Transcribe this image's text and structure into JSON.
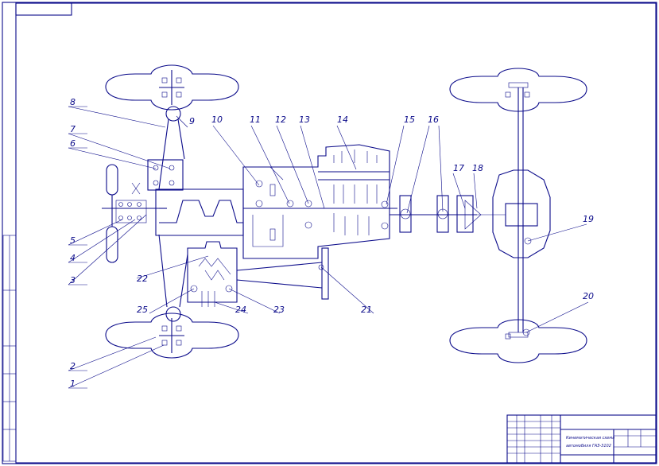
{
  "drawing": {
    "callouts": [
      "1",
      "2",
      "3",
      "4",
      "5",
      "6",
      "7",
      "8",
      "9",
      "10",
      "11",
      "12",
      "13",
      "14",
      "15",
      "16",
      "17",
      "18",
      "19",
      "20",
      "21",
      "22",
      "23",
      "24",
      "25"
    ],
    "title_block": {
      "title_line1": "Кинематическая схема",
      "title_line2": "автомобиля ГАЗ-3102"
    },
    "colors": {
      "ink": "#0b0b8a",
      "paper": "#ffffff"
    }
  }
}
